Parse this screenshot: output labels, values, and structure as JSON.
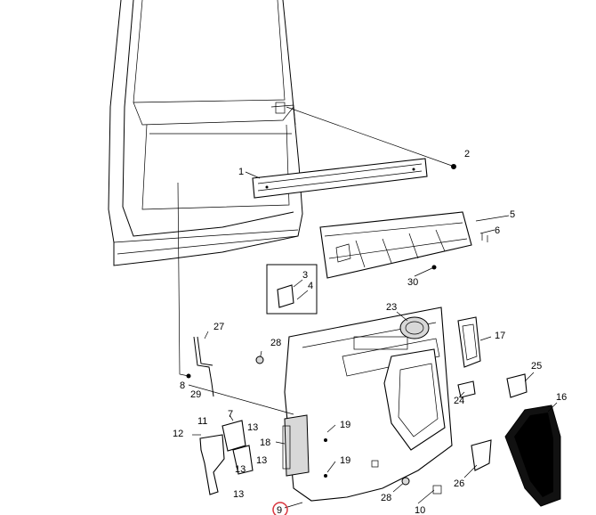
{
  "callouts": {
    "c1": "1",
    "c2": "2",
    "c3": "3",
    "c4": "4",
    "c5": "5",
    "c6": "6",
    "c7": "7",
    "c8": "8",
    "c9": "9",
    "c10": "10",
    "c11": "11",
    "c12": "12",
    "c13a": "13",
    "c13b": "13",
    "c13c": "13",
    "c13d": "13",
    "c16": "16",
    "c17": "17",
    "c18": "18",
    "c19a": "19",
    "c19b": "19",
    "c23": "23",
    "c24": "24",
    "c25": "25",
    "c26": "26",
    "c27": "27",
    "c28a": "28",
    "c28b": "28",
    "c29": "29",
    "c30": "30"
  },
  "highlight_color": "#d9343c"
}
